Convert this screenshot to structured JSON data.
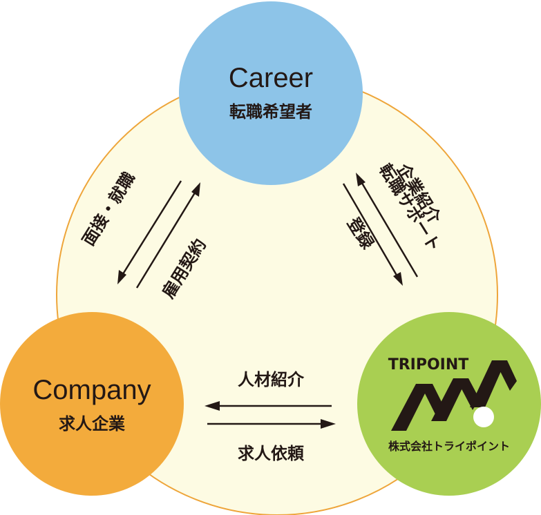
{
  "nodes": {
    "career": {
      "title": "Career",
      "subtitle": "転職希望者",
      "color": "#8dc4e8"
    },
    "company": {
      "title": "Company",
      "subtitle": "求人企業",
      "color": "#f3ab3c"
    },
    "tripoint": {
      "logo_text": "TRIPOINT",
      "company_name": "株式会社トライポイント",
      "color": "#a9cf52"
    }
  },
  "background": {
    "fill": "#fdfbe3",
    "stroke": "#eea53a"
  },
  "flows": {
    "career_company": {
      "down_label": "面接・就職",
      "up_label": "雇用契約"
    },
    "career_tripoint": {
      "down_label": "登録",
      "up_label_line1": "企業紹介",
      "up_label_line2": "転職サポート"
    },
    "company_tripoint": {
      "left_label": "人材紹介",
      "right_label": "求人依頼"
    }
  }
}
